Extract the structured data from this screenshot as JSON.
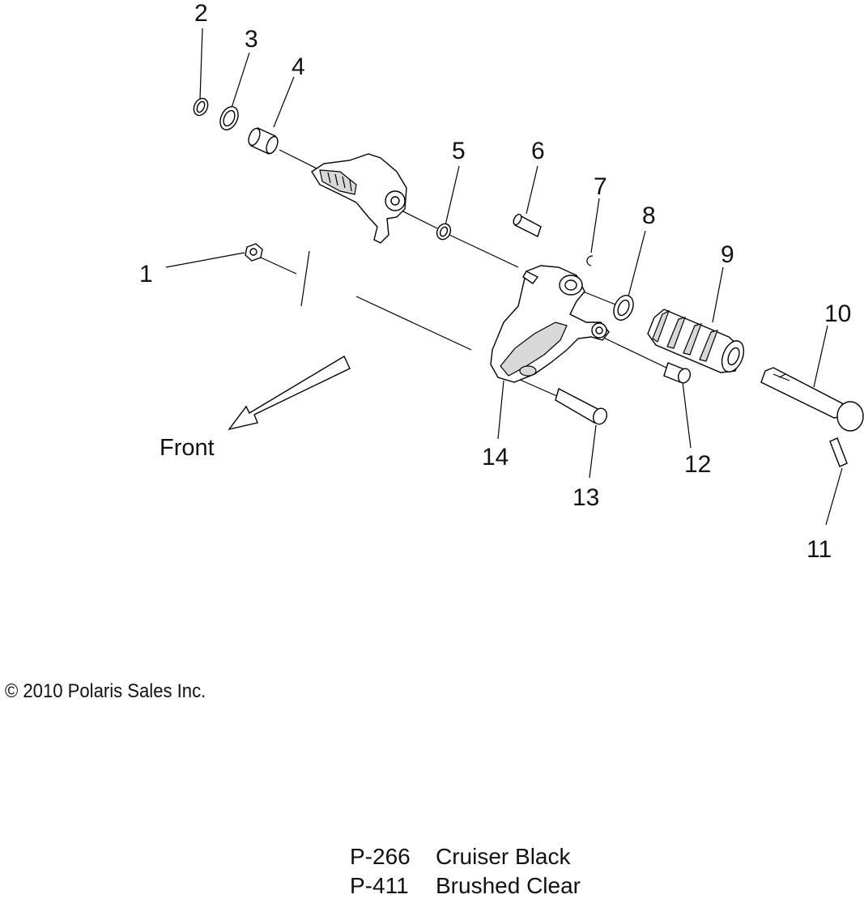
{
  "callouts": [
    "1",
    "2",
    "3",
    "4",
    "5",
    "6",
    "7",
    "8",
    "9",
    "10",
    "11",
    "12",
    "13",
    "14"
  ],
  "front_label": "Front",
  "copyright": "© 2010 Polaris Sales Inc.",
  "legend": [
    {
      "code": "P-266",
      "name": "Cruiser Black"
    },
    {
      "code": "P-411",
      "name": "Brushed Clear"
    }
  ]
}
